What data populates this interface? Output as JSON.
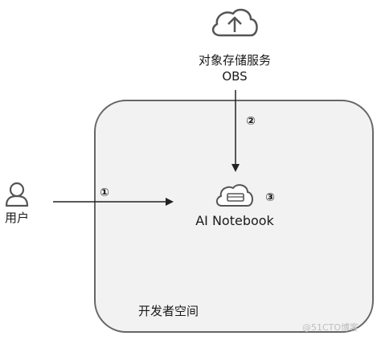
{
  "obs": {
    "icon": "cloud-upload-icon",
    "label_line1": "对象存储服务",
    "label_line2": "OBS"
  },
  "user": {
    "icon": "user-icon",
    "label": "用户"
  },
  "notebook": {
    "icon": "cloud-storage-icon",
    "label": "AI Notebook"
  },
  "workspace": {
    "label": "开发者空间"
  },
  "steps": {
    "one": "①",
    "two": "②",
    "three": "③"
  },
  "watermark": "@51CTO博客",
  "colors": {
    "workspace_fill": "#f2f2f2",
    "stroke": "#666666",
    "arrow": "#222222"
  }
}
